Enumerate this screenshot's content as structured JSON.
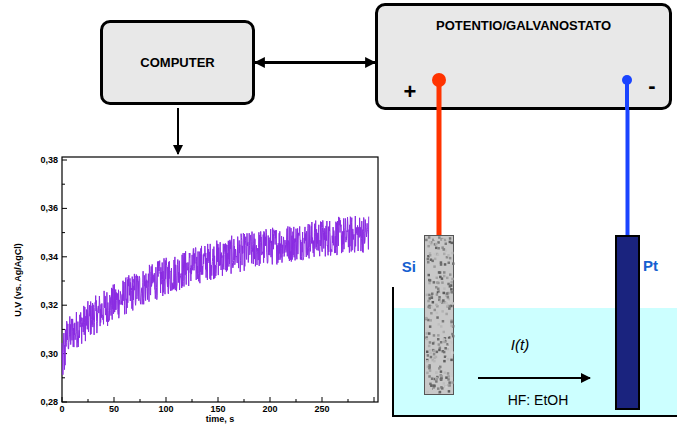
{
  "diagram": {
    "nodes": [
      {
        "text": [
          "COMPUTER"
        ]
      },
      {
        "text": [
          "POTENTIO/GALVANOSTATO"
        ]
      },
      {
        "text": [
          "Si"
        ]
      },
      {
        "text": [
          "Pt"
        ]
      }
    ],
    "edges": [
      {
        "from": 0,
        "to": 1,
        "arrow": "both"
      },
      {
        "from": 1,
        "to": 2,
        "arrow": "none"
      },
      {
        "from": 1,
        "to": 3,
        "arrow": "none"
      }
    ],
    "labels": [
      "+",
      "-",
      "I(t)",
      "HF: EtOH",
      "U,V (vs. Ag/AgCl)",
      "0,28",
      "0,30",
      "0,32",
      "0,34",
      "0,36",
      "0,38",
      "0",
      "50",
      "100",
      "150",
      "200",
      "250",
      "time, s"
    ]
  }
}
